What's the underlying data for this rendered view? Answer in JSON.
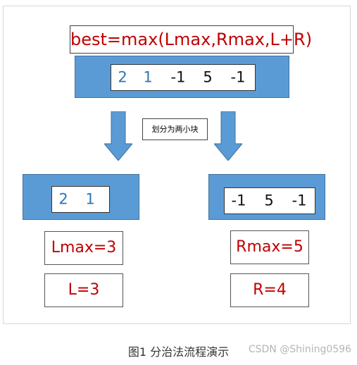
{
  "formula": "best=max(Lmax,Rmax,L+R)",
  "top_array": [
    "2",
    "1",
    "-1",
    "5",
    "-1"
  ],
  "split_label": "划分为两小块",
  "left_array": [
    "2",
    "1"
  ],
  "right_array": [
    "-1",
    "5",
    "-1"
  ],
  "left_results": {
    "max": "Lmax=3",
    "sum": "L=3"
  },
  "right_results": {
    "max": "Rmax=5",
    "sum": "R=4"
  },
  "caption": "图1 分治法流程演示",
  "watermark": "CSDN @Shining0596",
  "colors": {
    "block_fill": "#5b9bd5",
    "block_border": "#41719c",
    "highlight_number": "#2e75b6",
    "result_text": "#c00000"
  }
}
